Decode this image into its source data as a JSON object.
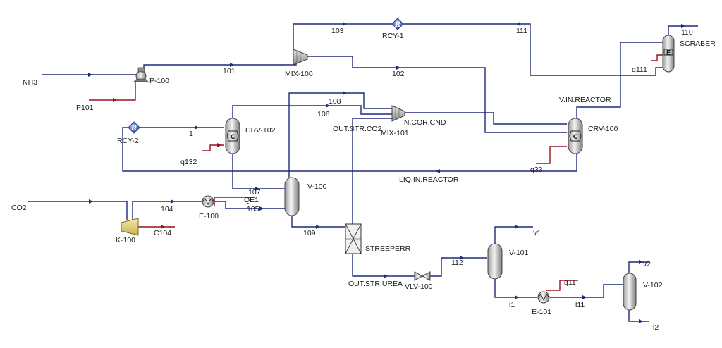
{
  "streams": {
    "nh3": "NH3",
    "p101": "P101",
    "s101": "101",
    "s102": "102",
    "s103": "103",
    "s111": "111",
    "s110": "110",
    "q111": "q111",
    "v_in_reactor": "V.IN.REACTOR",
    "s108": "108",
    "s106": "106",
    "out_str_co2": "OUT.STR.CO2",
    "in_cor_cnd": "IN.COR.CND",
    "s1": "1",
    "q132": "q132",
    "q33": "q33",
    "liq_in_reactor": "LIQ.IN.REACTOR",
    "co2": "CO2",
    "s104": "104",
    "s105": "105",
    "s107": "107",
    "qe1": "QE1",
    "c104": "C104",
    "s109": "109",
    "out_str_urea": "OUT.STR.UREA",
    "s112": "112",
    "v1": "v1",
    "l1": "l1",
    "q11": "q11",
    "l11": "l11",
    "v2": "v2",
    "l2": "l2"
  },
  "equipment": {
    "p100": "P-100",
    "mix100": "MIX-100",
    "rcy1": "RCY-1",
    "rcy2": "RCY-2",
    "crv102": "CRV-102",
    "crv100": "CRV-100",
    "mix101": "MIX-101",
    "scraber": "SCRABER",
    "v100": "V-100",
    "e100": "E-100",
    "k100": "K-100",
    "streeperr": "STREEPERR",
    "vlv100": "VLV-100",
    "v101": "V-101",
    "e101": "E-101",
    "v102": "V-102"
  },
  "icons": {
    "recycle_symbol": "R",
    "reactor_symbol": "C",
    "scrubber_symbol": "E"
  }
}
